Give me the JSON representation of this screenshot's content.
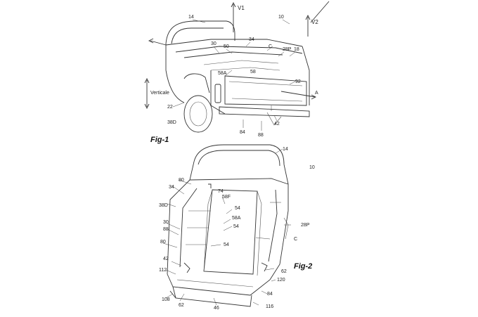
{
  "figures": [
    {
      "caption": "Fig-1",
      "ref_labels": [
        "14",
        "V1",
        "10",
        "V2",
        "34",
        "30",
        "50",
        "C",
        "28P",
        "18",
        "58A",
        "58",
        "92",
        "A",
        "Verticale",
        "22",
        "38D",
        "42",
        "84",
        "88"
      ]
    },
    {
      "caption": "Fig-2",
      "ref_labels": [
        "14",
        "10",
        "80",
        "74",
        "58F",
        "34",
        "38D",
        "54",
        "30",
        "58A",
        "54",
        "88",
        "28P",
        "80",
        "C",
        "54",
        "42",
        "112",
        "62",
        "120",
        "84",
        "108",
        "62",
        "46",
        "116"
      ]
    }
  ]
}
